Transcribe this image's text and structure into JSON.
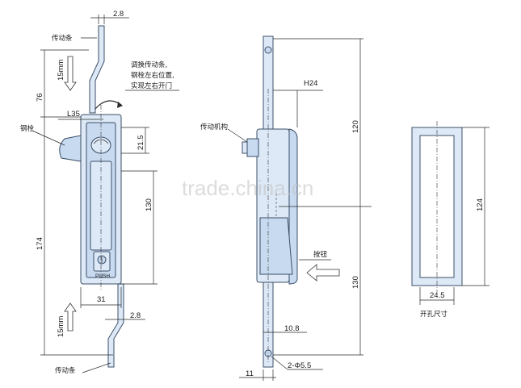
{
  "labels": {
    "drive_bar_top": "传动条",
    "drive_bar_bottom": "传动条",
    "bolt": "钢栓",
    "adjust_note_1": "调换传动条,",
    "adjust_note_2": "钢栓左右位置,",
    "adjust_note_3": "实现左右开门",
    "mechanism": "传动机构",
    "button": "按钮",
    "cutout_size": "开孔尺寸",
    "push": "PUSH",
    "stroke_top": "15mm",
    "stroke_bottom": "15mm"
  },
  "dimensions": {
    "bar_thickness_top": "2.8",
    "bar_thickness_bottom": "2.8",
    "height_upper": "76",
    "height_lower": "174",
    "bolt_length": "L35",
    "offset_21_5": "21.5",
    "body_130": "130",
    "width_31": "31",
    "h24": "H24",
    "side_120": "120",
    "side_130": "130",
    "dim_10_8": "10.8",
    "hole_dia": "2-Φ5.5",
    "dim_11": "11",
    "cutout_124": "124",
    "cutout_24_5": "24.5"
  },
  "watermark": "trade.china.cn"
}
